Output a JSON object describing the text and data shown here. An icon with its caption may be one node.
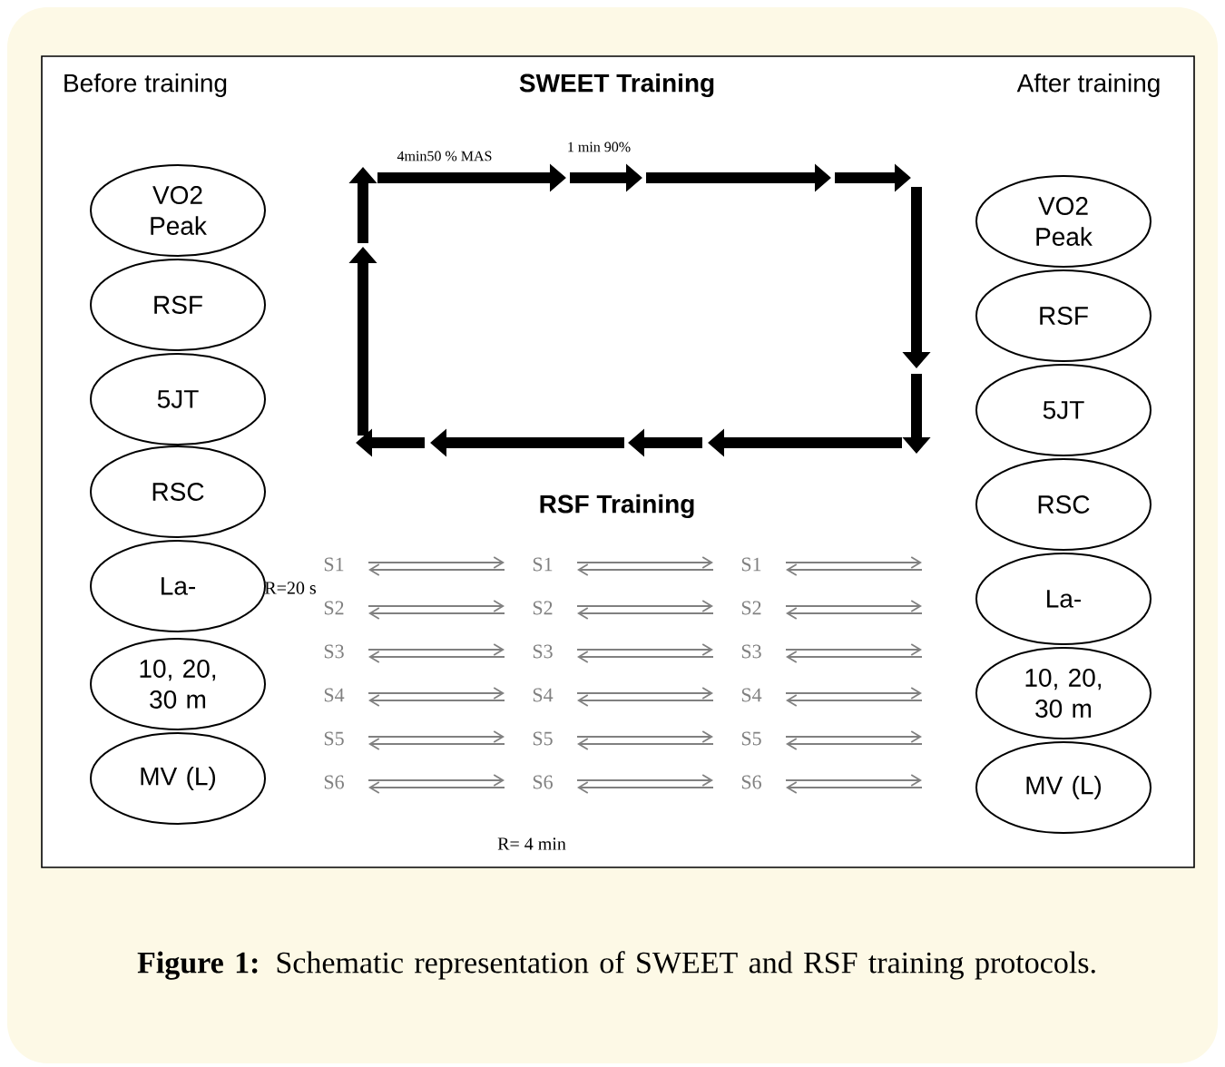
{
  "diagram": {
    "caption": "**Figure 1:** Schematic representation of SWEET and RSF training protocols.",
    "nodes": [
      {
        "text": [
          "VO2 Peak"
        ]
      },
      {
        "text": [
          "RSF"
        ]
      },
      {
        "text": [
          "5JT"
        ]
      },
      {
        "text": [
          "RSC"
        ]
      },
      {
        "text": [
          "La-"
        ]
      },
      {
        "text": [
          "10, 20, 30 m"
        ]
      },
      {
        "text": [
          "MV (L)"
        ]
      },
      {
        "text": [
          "VO2 Peak"
        ]
      },
      {
        "text": [
          "RSF"
        ]
      },
      {
        "text": [
          "5JT"
        ]
      },
      {
        "text": [
          "RSC"
        ]
      },
      {
        "text": [
          "La-"
        ]
      },
      {
        "text": [
          "10, 20, 30 m"
        ]
      },
      {
        "text": [
          "MV (L)"
        ]
      }
    ],
    "labels": [
      "Before training",
      "SWEET Training",
      "After training",
      "4min50 % MAS",
      "1 min 90%",
      "RSF Training",
      "S1",
      "S1",
      "S1",
      "R=20 s",
      "S2",
      "S2",
      "S2",
      "S3",
      "S3",
      "S3",
      "S4",
      "S4",
      "S4",
      "S5",
      "S5",
      "S5",
      "S6",
      "S6",
      "S6",
      "R= 4 min"
    ]
  }
}
